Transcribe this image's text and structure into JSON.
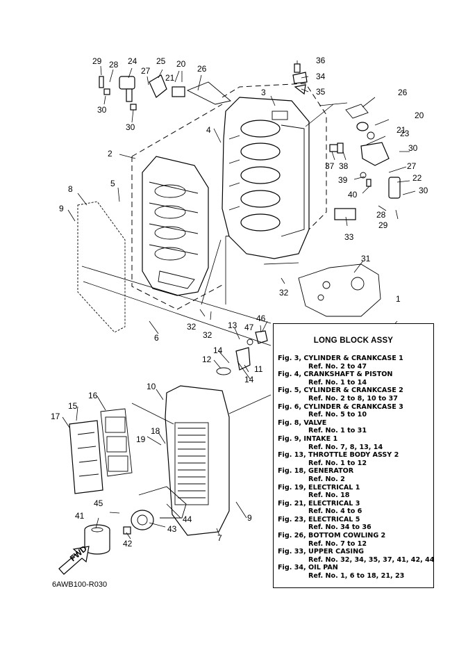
{
  "callouts": [
    {
      "id": "29a",
      "text": "29"
    },
    {
      "id": "28a",
      "text": "28"
    },
    {
      "id": "24",
      "text": "24"
    },
    {
      "id": "25",
      "text": "25"
    },
    {
      "id": "27a",
      "text": "27"
    },
    {
      "id": "20a",
      "text": "20"
    },
    {
      "id": "21a",
      "text": "21"
    },
    {
      "id": "26a",
      "text": "26"
    },
    {
      "id": "30a",
      "text": "30"
    },
    {
      "id": "30b",
      "text": "30"
    },
    {
      "id": "36",
      "text": "36"
    },
    {
      "id": "34",
      "text": "34"
    },
    {
      "id": "35",
      "text": "35"
    },
    {
      "id": "3",
      "text": "3"
    },
    {
      "id": "26b",
      "text": "26"
    },
    {
      "id": "20b",
      "text": "20"
    },
    {
      "id": "21b",
      "text": "21"
    },
    {
      "id": "23",
      "text": "23"
    },
    {
      "id": "30c",
      "text": "30"
    },
    {
      "id": "27b",
      "text": "27"
    },
    {
      "id": "22",
      "text": "22"
    },
    {
      "id": "30d",
      "text": "30"
    },
    {
      "id": "28b",
      "text": "28"
    },
    {
      "id": "29b",
      "text": "29"
    },
    {
      "id": "37",
      "text": "37"
    },
    {
      "id": "38",
      "text": "38"
    },
    {
      "id": "39",
      "text": "39"
    },
    {
      "id": "40",
      "text": "40"
    },
    {
      "id": "33",
      "text": "33"
    },
    {
      "id": "4",
      "text": "4"
    },
    {
      "id": "2",
      "text": "2"
    },
    {
      "id": "5",
      "text": "5"
    },
    {
      "id": "8",
      "text": "8"
    },
    {
      "id": "9a",
      "text": "9"
    },
    {
      "id": "31",
      "text": "31"
    },
    {
      "id": "32a",
      "text": "32"
    },
    {
      "id": "1",
      "text": "1"
    },
    {
      "id": "32b",
      "text": "32"
    },
    {
      "id": "32c",
      "text": "32"
    },
    {
      "id": "6",
      "text": "6"
    },
    {
      "id": "13",
      "text": "13"
    },
    {
      "id": "47",
      "text": "47"
    },
    {
      "id": "46",
      "text": "46"
    },
    {
      "id": "14a",
      "text": "14"
    },
    {
      "id": "12",
      "text": "12"
    },
    {
      "id": "11",
      "text": "11"
    },
    {
      "id": "14b",
      "text": "14"
    },
    {
      "id": "10",
      "text": "10"
    },
    {
      "id": "16",
      "text": "16"
    },
    {
      "id": "15",
      "text": "15"
    },
    {
      "id": "17",
      "text": "17"
    },
    {
      "id": "18",
      "text": "18"
    },
    {
      "id": "19",
      "text": "19"
    },
    {
      "id": "45",
      "text": "45"
    },
    {
      "id": "41",
      "text": "41"
    },
    {
      "id": "44",
      "text": "44"
    },
    {
      "id": "9b",
      "text": "9"
    },
    {
      "id": "42",
      "text": "42"
    },
    {
      "id": "43",
      "text": "43"
    },
    {
      "id": "7",
      "text": "7"
    }
  ],
  "fwd_label": "FWD",
  "assy": {
    "title": "LONG BLOCK ASSY",
    "items": [
      {
        "fig": "Fig. 3, CYLINDER & CRANKCASE 1",
        "ref": "Ref. No. 2 to 47"
      },
      {
        "fig": "Fig. 4, CRANKSHAFT & PISTON",
        "ref": "Ref. No. 1 to 14"
      },
      {
        "fig": "Fig. 5, CYLINDER & CRANKCASE 2",
        "ref": "Ref. No. 2 to 8, 10 to 37"
      },
      {
        "fig": "Fig. 6, CYLINDER & CRANKCASE 3",
        "ref": "Ref. No. 5 to 10"
      },
      {
        "fig": "Fig. 8, VALVE",
        "ref": "Ref. No. 1 to 31"
      },
      {
        "fig": "Fig. 9, INTAKE 1",
        "ref": "Ref. No. 7, 8, 13, 14"
      },
      {
        "fig": "Fig. 13, THROTTLE BODY ASSY 2",
        "ref": "Ref. No. 1 to 12"
      },
      {
        "fig": "Fig. 18, GENERATOR",
        "ref": "Ref. No. 2"
      },
      {
        "fig": "Fig. 19, ELECTRICAL 1",
        "ref": "Ref. No. 18"
      },
      {
        "fig": "Fig. 21, ELECTRICAL 3",
        "ref": "Ref. No. 4 to 6"
      },
      {
        "fig": "Fig. 23, ELECTRICAL 5",
        "ref": "Ref. No. 34 to 36"
      },
      {
        "fig": "Fig. 26, BOTTOM COWLING 2",
        "ref": "Ref. No. 7 to 12"
      },
      {
        "fig": "Fig. 33, UPPER CASING",
        "ref": "Ref. No. 32, 34, 35, 37, 41, 42, 44"
      },
      {
        "fig": "Fig. 34, OIL PAN",
        "ref": "Ref. No. 1, 6 to 18, 21, 23"
      }
    ]
  },
  "diagram_code": "6AWB100-R030"
}
